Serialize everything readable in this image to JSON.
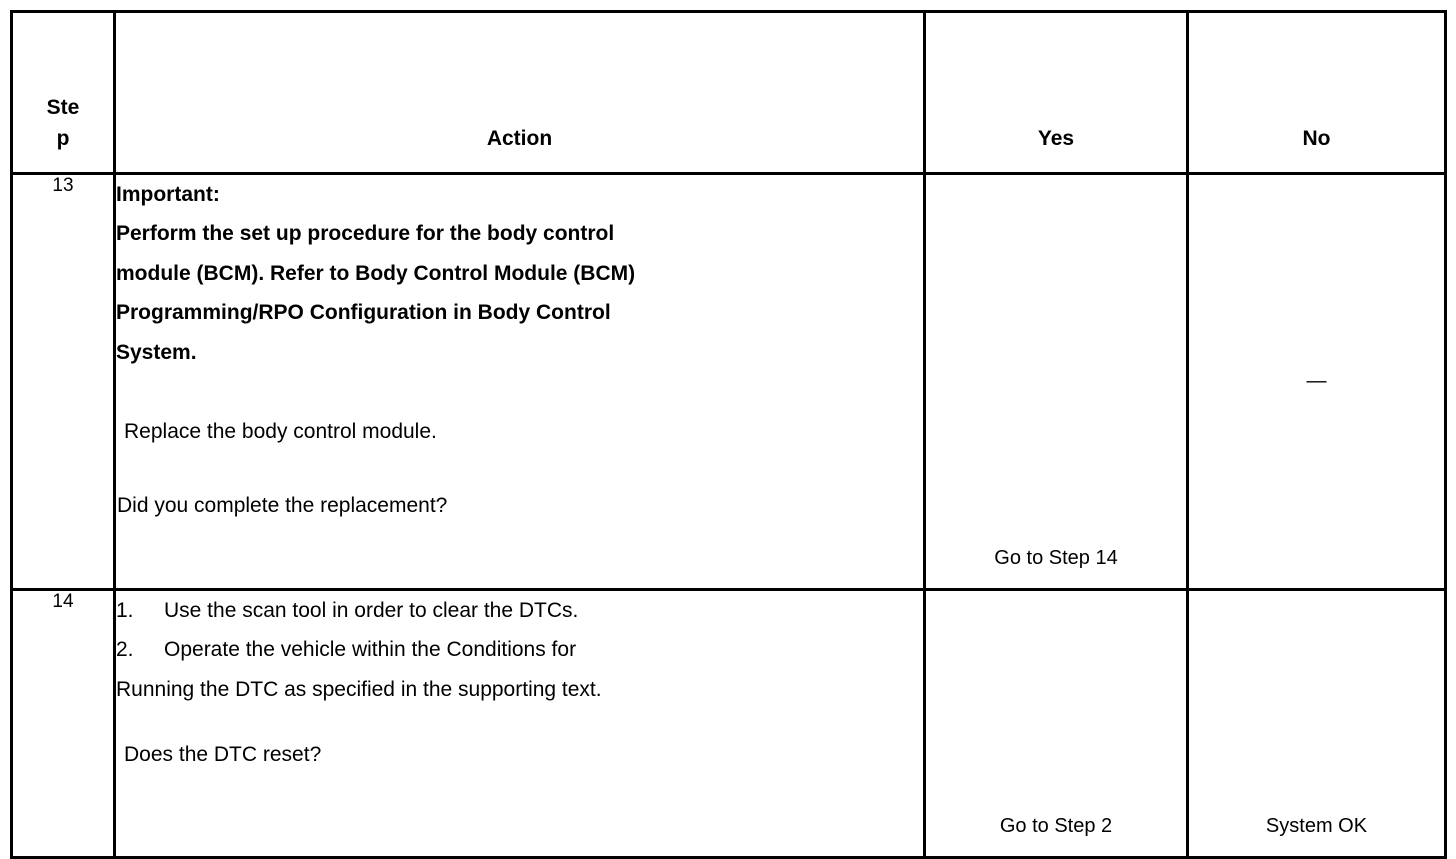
{
  "table": {
    "headers": {
      "step": "Step",
      "step_line1": "St",
      "step_line2": "ep",
      "action": "Action",
      "yes": "Yes",
      "no": "No"
    },
    "rows": [
      {
        "step": "13",
        "action": {
          "important_label": "Important:",
          "important_lines": [
            "Perform the set up procedure for the body control",
            "module (BCM). Refer to Body Control Module (BCM)",
            "Programming/RPO Configuration in Body Control",
            "System."
          ],
          "instruction": "Replace the body control module.",
          "question": "Did you complete the replacement?"
        },
        "yes": "Go to Step 14",
        "no": "—"
      },
      {
        "step": "14",
        "action": {
          "steps": [
            {
              "num": "1.",
              "text": "Use the scan tool in order to clear the DTCs."
            },
            {
              "num": "2.",
              "text": "Operate the vehicle within the Conditions for"
            }
          ],
          "continuation": "Running the DTC as specified in the supporting text.",
          "question": "Does the DTC reset?"
        },
        "yes": "Go to Step 2",
        "no": "System OK"
      }
    ]
  }
}
